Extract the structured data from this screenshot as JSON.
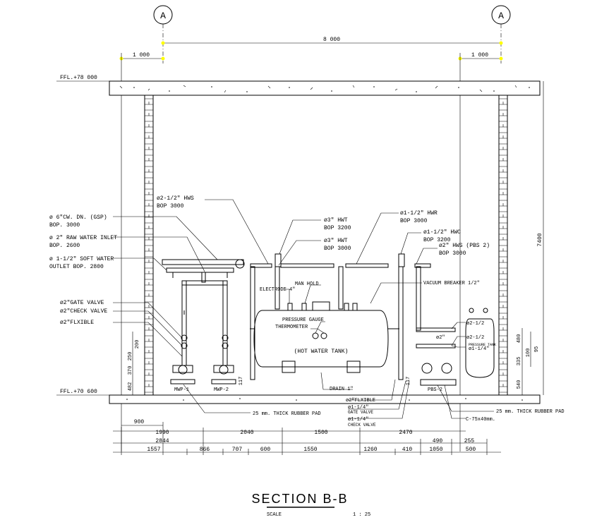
{
  "title": "SECTION B-B",
  "scale_label": "SCALE",
  "scale_value": "1 : 25",
  "grid_bubbles": {
    "left": "A",
    "right": "A"
  },
  "top_dims": {
    "overall": "8 000",
    "left_offset": "1 000",
    "right_offset": "1 000"
  },
  "levels": {
    "top": "FFL.+78 000",
    "bottom": "FFL.+70 600"
  },
  "right_dims": {
    "height": "7400",
    "d480": "480",
    "d335": "335",
    "d100": "100",
    "d95": "95",
    "d540": "540"
  },
  "left_vdims": {
    "d250": "250",
    "d370": "370",
    "d200": "200",
    "d482": "482",
    "d117": "117"
  },
  "pipe_labels": {
    "hws": [
      "ø2-1/2\" HWS",
      "BOP 3000"
    ],
    "cw_dn": [
      "ø 6\"CW. DN. (GSP)",
      "BOP. 3000"
    ],
    "raw_inlet": [
      "ø 2\" RAW WATER INLET",
      "BOP. 2600"
    ],
    "soft_outlet": [
      "ø 1-1/2\" SOFT WATER",
      "OUTLET BOP. 2800"
    ],
    "gate_valve": "ø2\"GATE VALVE",
    "check_valve": "ø2\"CHECK VALVE",
    "flexible": "ø2\"FLXIBLE",
    "hwt1": [
      "ø3\" HWT",
      "BOP 3200"
    ],
    "hwt2": [
      "ø3\" HWT",
      "BOP 3000"
    ],
    "hwr": [
      "ø1-1/2\" HWR",
      "BOP 3000"
    ],
    "hwc": [
      "ø1-1/2\" HWC",
      "BOP 3200"
    ],
    "hws_pbs2": [
      "ø2\" HWS (PBS 2)",
      "BOP 3000"
    ],
    "vacuum": "VACUUM BREAKER 1/2\"",
    "electrode": "ELECTRODE 4\"",
    "manhold": "MAN HOLD",
    "pressure_gauge": "PRESSURE GAUGE",
    "thermometer": "THERMOMETER",
    "tank": "(HOT WATER TANK)",
    "d212a": "ø2-1/2",
    "d212b": "ø2-1/2",
    "d2": "ø2\"",
    "pressure_tank": "PRESSURE TANK",
    "d114": "ø1-1/4\"",
    "drain": "DRAIN 1\"",
    "flex2": "ø2\"FLXIBLE",
    "gate114": [
      "ø1-1/4\"",
      "GATE VALVE"
    ],
    "check114": [
      "ø1-1/4\"",
      "CHECK VALVE"
    ],
    "pad_left": "25 mm. THICK RUBBER PAD",
    "pad_right": "25 mm. THICK RUBBER PAD",
    "channel": "C-75x40mm.",
    "mwp1": "MWP-1",
    "mwp2": "MWP-2",
    "pbs2": "PBS-2"
  },
  "bottom_dims": {
    "row1": [
      "900"
    ],
    "row2": [
      "1990",
      "2040",
      "1500",
      "2470"
    ],
    "row3": [
      "2844",
      "490",
      "255"
    ],
    "row4": [
      "1557",
      "866",
      "707",
      "600",
      "1550",
      "1260",
      "410",
      "1050",
      "500"
    ]
  }
}
